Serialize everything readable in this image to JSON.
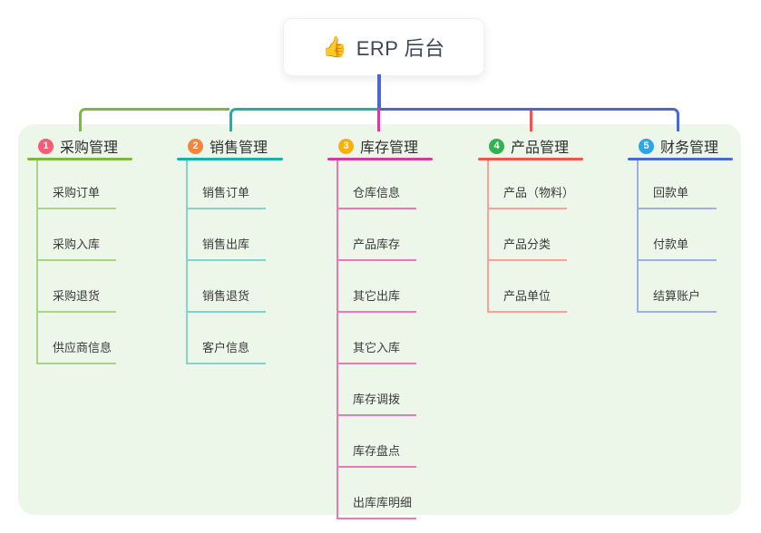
{
  "root": {
    "icon": "thumbs-up",
    "label": "ERP 后台"
  },
  "connector": {
    "root_color": "#4a67d6"
  },
  "panel": {
    "bg": "#ecf7e9"
  },
  "branches": [
    {
      "index": "1",
      "label": "采购管理",
      "color": "#7cba3d",
      "light_color": "#aad386",
      "badge_color": "#f65b77",
      "children": [
        "采购订单",
        "采购入库",
        "采购退货",
        "供应商信息"
      ]
    },
    {
      "index": "2",
      "label": "销售管理",
      "color": "#16b3a9",
      "light_color": "#82d4cd",
      "badge_color": "#f8833c",
      "children": [
        "销售订单",
        "销售出库",
        "销售退货",
        "客户信息"
      ]
    },
    {
      "index": "3",
      "label": "库存管理",
      "color": "#d9399b",
      "light_color": "#ee77b9",
      "badge_color": "#fbaf0d",
      "children": [
        "仓库信息",
        "产品库存",
        "其它出库",
        "其它入库",
        "库存调拨",
        "库存盘点",
        "出库库明细"
      ]
    },
    {
      "index": "4",
      "label": "产品管理",
      "color": "#f4544d",
      "light_color": "#f9a29c",
      "badge_color": "#31b353",
      "children": [
        "产品（物料）",
        "产品分类",
        "产品单位"
      ]
    },
    {
      "index": "5",
      "label": "财务管理",
      "color": "#4a67d6",
      "light_color": "#9fb0e0",
      "badge_color": "#2ba6e8",
      "children": [
        "回款单",
        "付款单",
        "结算账户"
      ]
    }
  ]
}
